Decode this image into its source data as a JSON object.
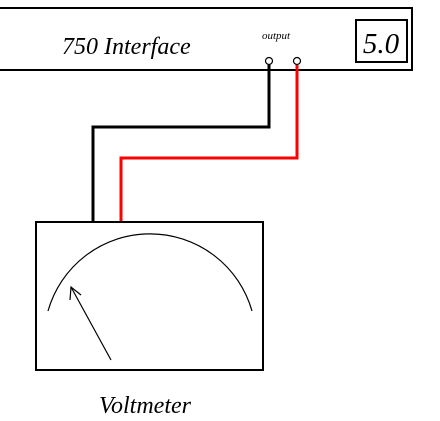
{
  "interface": {
    "title": "750 Interface",
    "output_label": "output",
    "display_value": "5.0"
  },
  "meter": {
    "label": "Voltmeter"
  },
  "wires": {
    "colors": {
      "black": "#000000",
      "red": "#ff0000"
    }
  }
}
